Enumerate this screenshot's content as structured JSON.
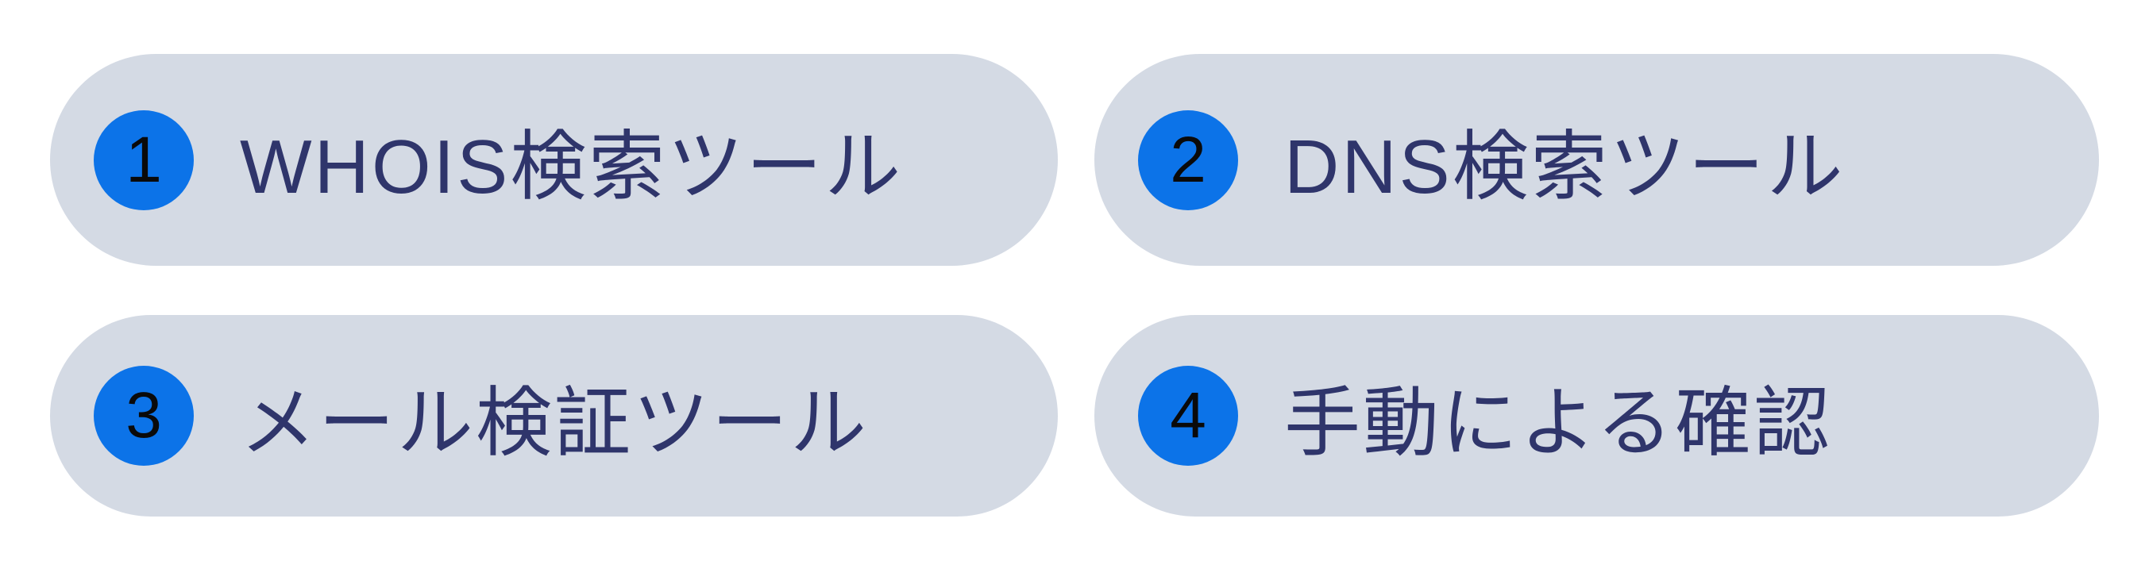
{
  "colors": {
    "page_bg": "#ffffff",
    "pill_bg": "#d4dae4",
    "badge_bg": "#0c73e8",
    "badge_text": "#0a0a0a",
    "label_text": "#2f356b"
  },
  "items": [
    {
      "number": "1",
      "label": "WHOIS検索ツール"
    },
    {
      "number": "2",
      "label": "DNS検索ツール"
    },
    {
      "number": "3",
      "label": "メール検証ツール"
    },
    {
      "number": "4",
      "label": "手動による確認"
    }
  ]
}
